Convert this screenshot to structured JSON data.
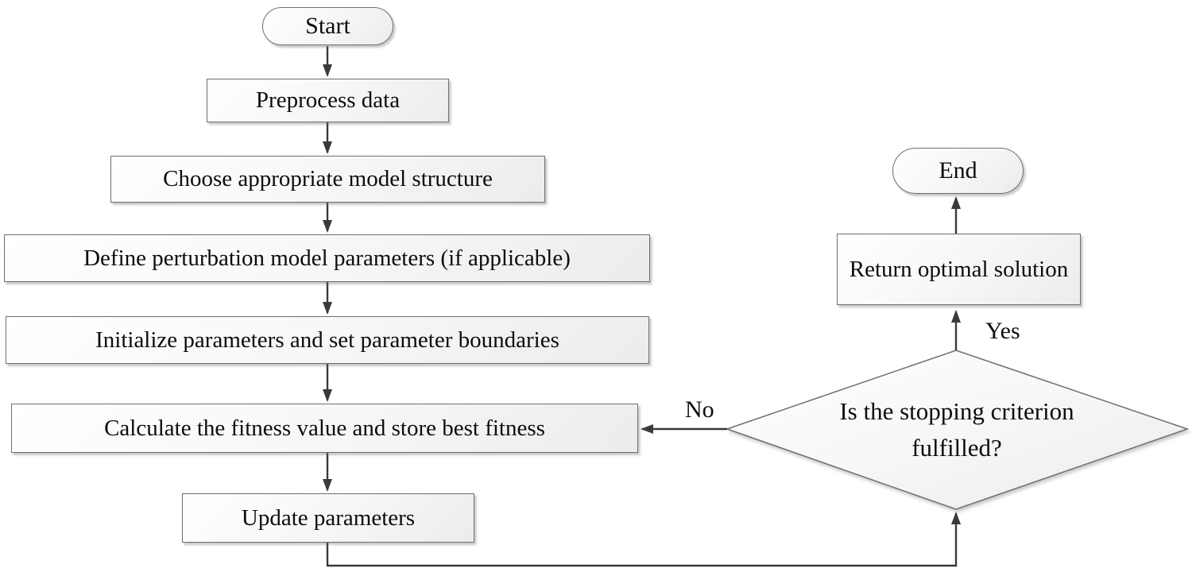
{
  "flowchart": {
    "nodes": {
      "start": {
        "label": "Start",
        "shape": "stadium"
      },
      "preprocess": {
        "label": "Preprocess data",
        "shape": "process"
      },
      "choose": {
        "label": "Choose appropriate model structure",
        "shape": "process"
      },
      "define": {
        "label": "Define perturbation model parameters (if applicable)",
        "shape": "process"
      },
      "initialize": {
        "label": "Initialize parameters and set parameter boundaries",
        "shape": "process"
      },
      "calculate": {
        "label": "Calculate the fitness value and store best fitness",
        "shape": "process"
      },
      "update": {
        "label": "Update parameters",
        "shape": "process"
      },
      "decision": {
        "label": "Is the stopping criterion fulfilled?",
        "shape": "decision"
      },
      "return_solution": {
        "label": "Return optimal solution",
        "shape": "process"
      },
      "end": {
        "label": "End",
        "shape": "stadium"
      }
    },
    "edge_labels": {
      "yes": "Yes",
      "no": "No"
    },
    "colors": {
      "background": "#ffffff",
      "node_fill_light": "#ffffff",
      "node_fill_dark": "#ececec",
      "node_border": "#6f6f6f",
      "arrow": "#3a3a3a",
      "text": "#0d0d0d"
    }
  }
}
